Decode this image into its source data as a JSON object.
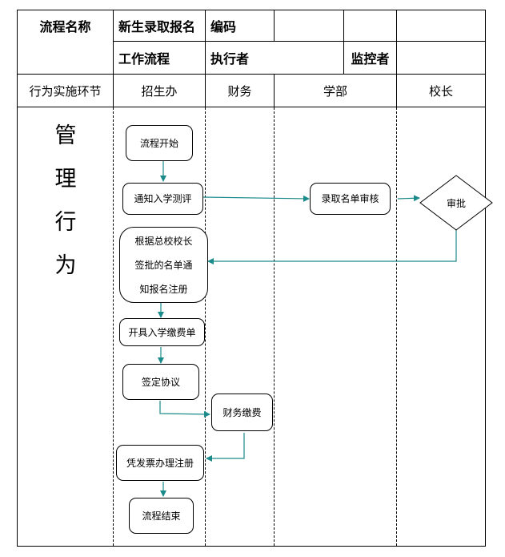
{
  "header": {
    "process_name_label": "流程名称",
    "process_name_value": "新生录取报名",
    "code_label": "编码",
    "workflow_label": "工作流程",
    "executor_label": "执行者",
    "supervisor_label": "监控者"
  },
  "lanes": {
    "row_label": "行为实施环节",
    "admissions": "招生办",
    "finance": "财务",
    "department": "学部",
    "principal": "校长"
  },
  "side_label": "管\n理\n行\n为",
  "nodes": {
    "start": "流程开始",
    "notify_test": "通知入学测评",
    "review_list": "录取名单审核",
    "approve": "审批",
    "notify_register": "根据总校校长\n签批的名单通\n知报名注册",
    "issue_bill": "开具入学缴费单",
    "sign_agreement": "签定协议",
    "finance_pay": "财务缴费",
    "invoice_register": "凭发票办理注册",
    "end": "流程结束"
  },
  "colors": {
    "arrow": "#1b8a8a",
    "border": "#000000"
  }
}
